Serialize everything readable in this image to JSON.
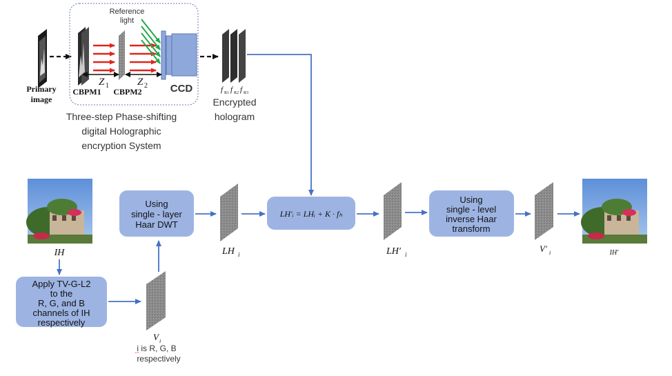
{
  "colors": {
    "process_box": "#9db4e3",
    "arrow": "#4472c4",
    "red_beam": "#e0241b",
    "green_beam": "#22a84a",
    "ccd_blue": "#8fa8dc",
    "plate_gray": "#8a8a8a"
  },
  "top": {
    "primary_image_label_1": "Primary",
    "primary_image_label_2": "image",
    "cbpm1": "CBPM1",
    "cbpm2": "CBPM2",
    "z1": "Z",
    "z1_sub": "1",
    "z2": "Z",
    "z2_sub": "2",
    "reference_light_1": "Reference",
    "reference_light_2": "light",
    "ccd": "CCD",
    "system_caption": [
      "Three-step Phase-shifting",
      "digital Holographic",
      "encryption System"
    ],
    "hologram_labels": [
      "f",
      "f",
      "f"
    ],
    "hologram_subs": [
      "R1",
      "R2",
      "R3"
    ],
    "encrypted_caption": [
      "Encrypted",
      "hologram"
    ]
  },
  "bottom": {
    "ih_label": "IH",
    "apply_box": [
      "Apply TV-G-L2",
      "to the",
      "R, G, and B",
      "channels of IH",
      "respectively"
    ],
    "vi_label": "V",
    "vi_sub": "i",
    "vi_caption": [
      "i is R, G, B",
      "respectively"
    ],
    "dwt_box": [
      "Using",
      "single - layer",
      "Haar DWT"
    ],
    "lhi_label": "LH",
    "lhi_sub": "i",
    "formula_box": "LH′ᵢ = LHᵢ + K · fₕ",
    "lhi_prime_label": "LH′",
    "lhi_prime_sub": "i",
    "inverse_box": [
      "Using",
      "single - level",
      "inverse Haar",
      "transform"
    ],
    "vi_prime_label": "V′",
    "vi_prime_sub": "i",
    "ih_prime_label": "IH′"
  }
}
